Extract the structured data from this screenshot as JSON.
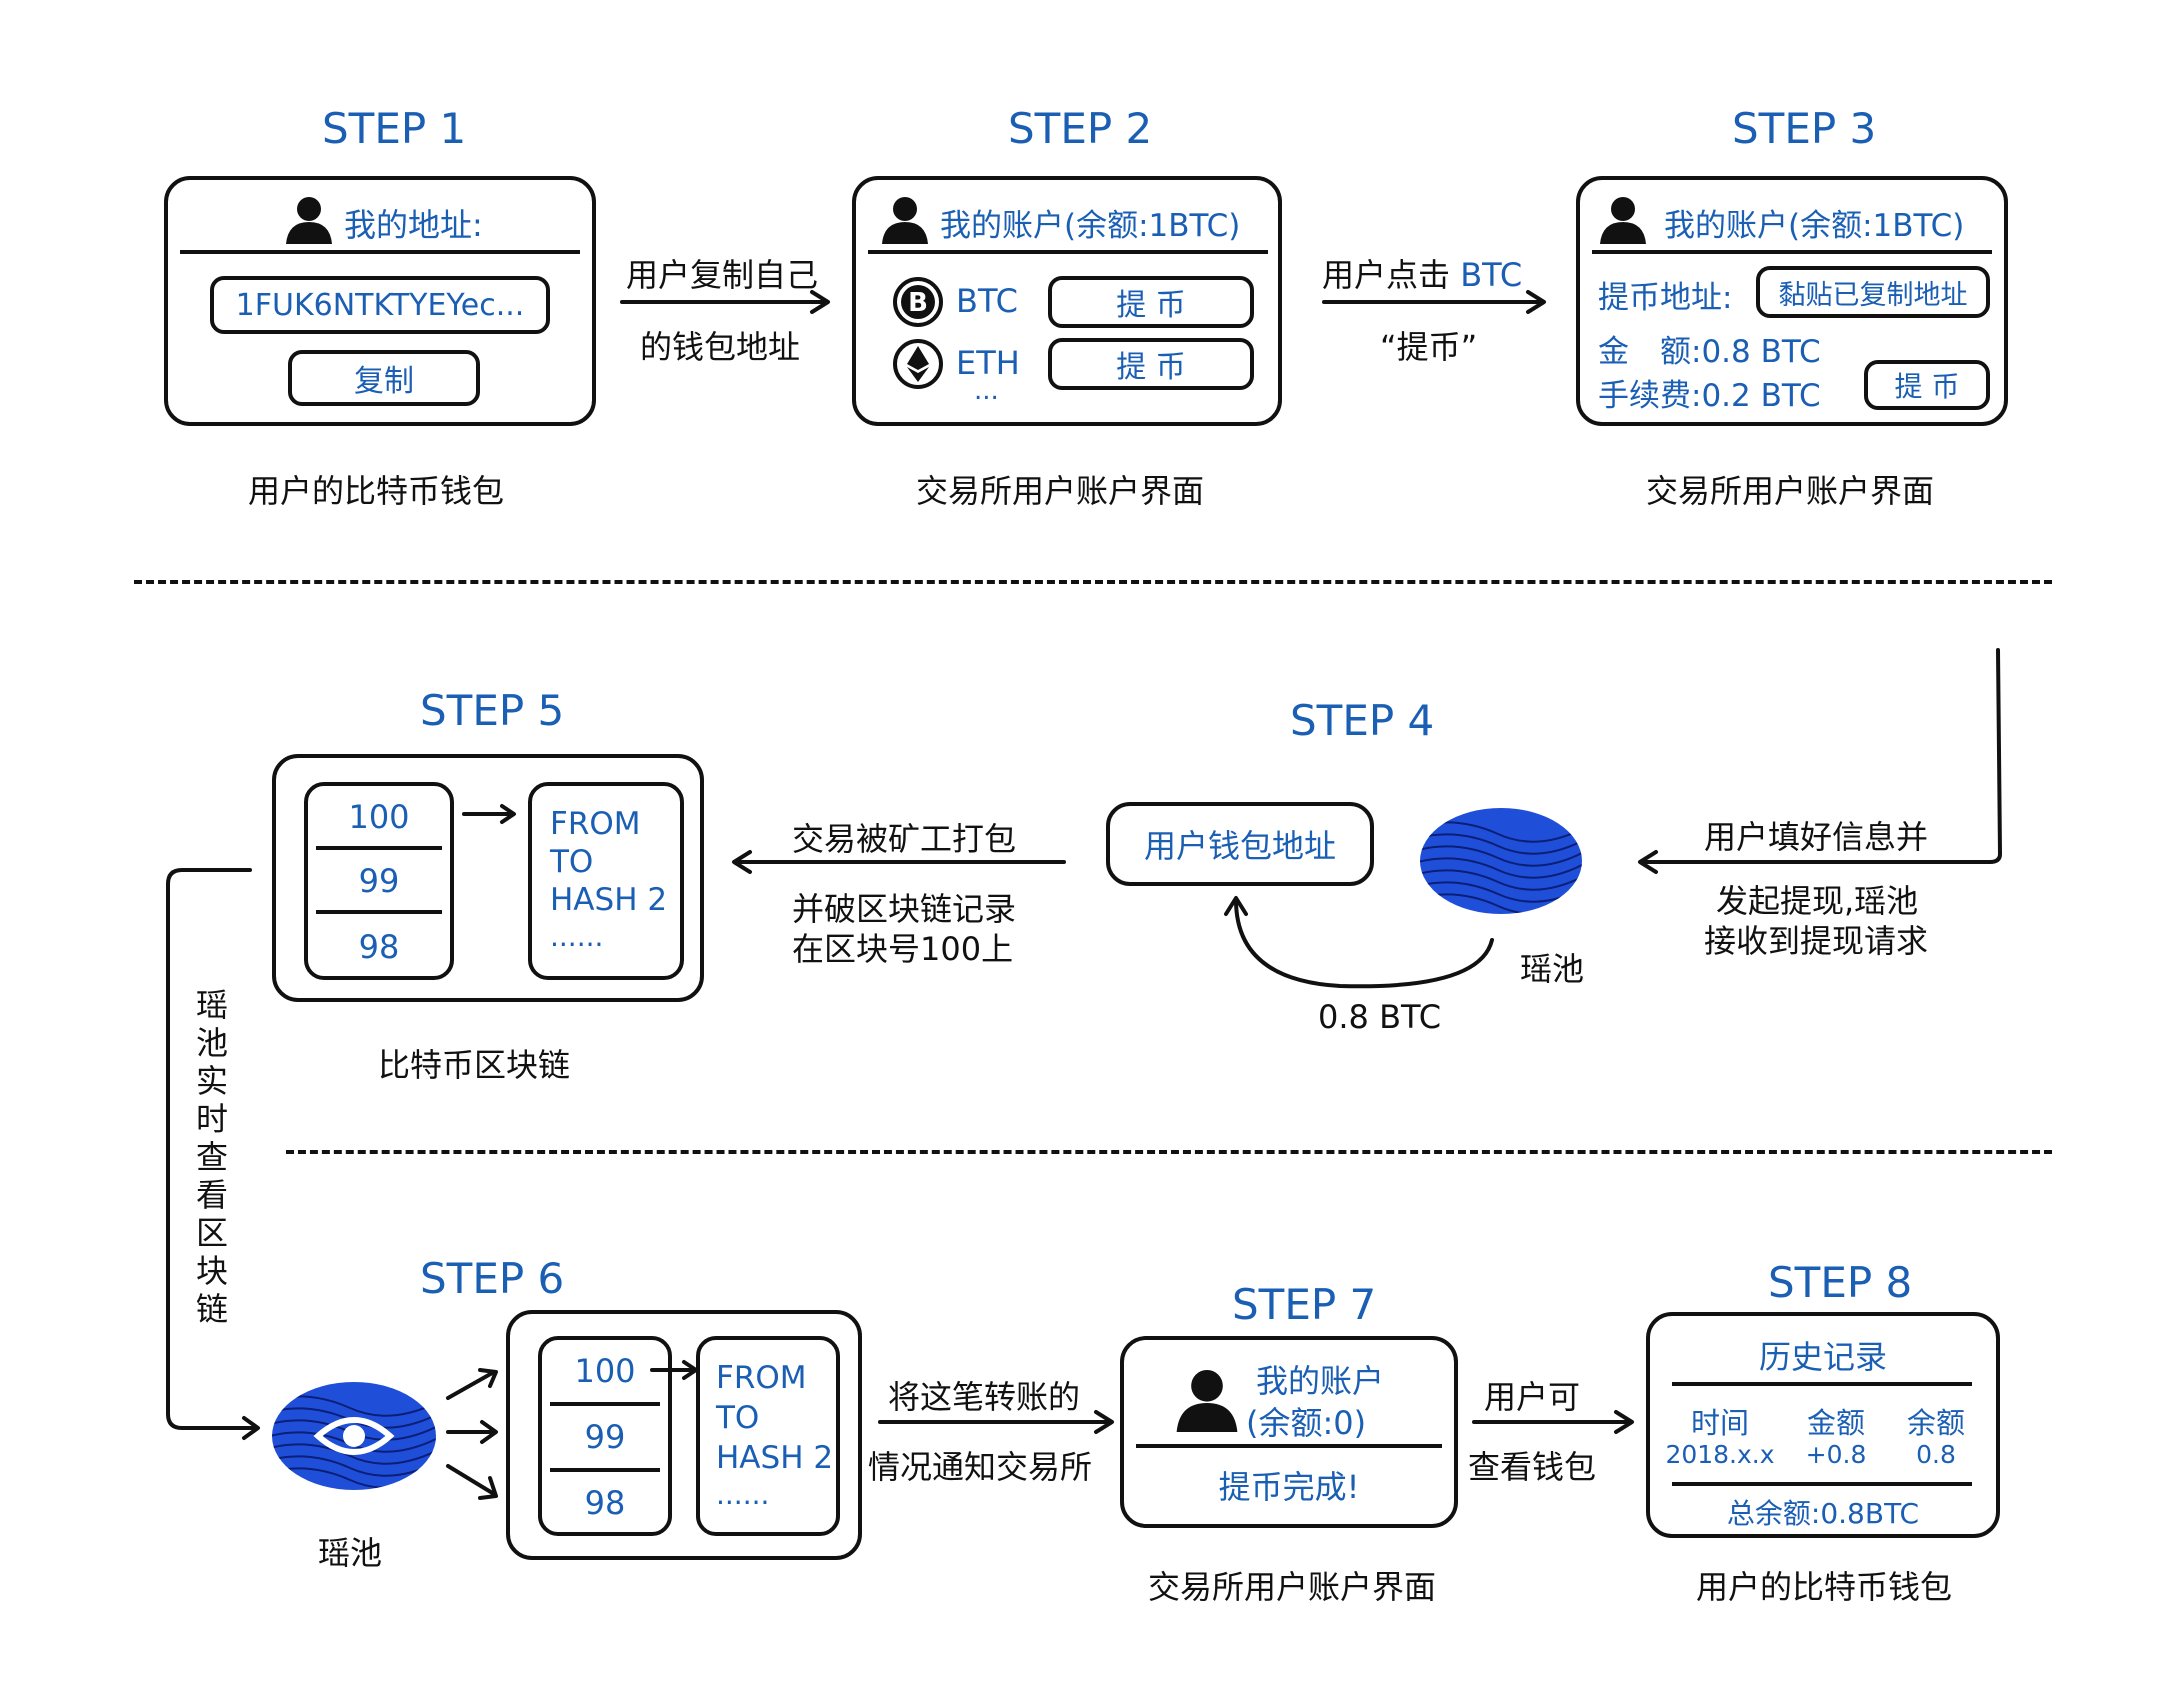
{
  "steps": {
    "s1": "STEP 1",
    "s2": "STEP 2",
    "s3": "STEP 3",
    "s4": "STEP 4",
    "s5": "STEP 5",
    "s6": "STEP 6",
    "s7": "STEP 7",
    "s8": "STEP 8"
  },
  "step1": {
    "heading": "我的地址:",
    "address": "1FUK6NTKTYEYec...",
    "copy_button": "复制",
    "caption": "用户的比特币钱包"
  },
  "arrow1": {
    "line1": "用户复制自己",
    "line2": "的钱包地址"
  },
  "step2": {
    "heading": "我的账户(余额:1BTC)",
    "btc_label": "BTC",
    "eth_label": "ETH",
    "more": "...",
    "withdraw_btc": "提 币",
    "withdraw_eth": "提 币",
    "caption": "交易所用户账户界面"
  },
  "arrow2": {
    "line1_prefix": "用户点击 ",
    "line1_btc": "BTC",
    "line2": "“提币”"
  },
  "step3": {
    "heading": "我的账户(余额:1BTC)",
    "address_label": "提币地址:",
    "paste_button": "黏贴已复制地址",
    "amount_label": "金　额:0.8 BTC",
    "fee_label": "手续费:0.2 BTC",
    "withdraw_button": "提 币",
    "caption": "交易所用户账户界面"
  },
  "arrow3": {
    "line1": "用户填好信息并",
    "line2": "发起提现,瑶池",
    "line3": "接收到提现请求"
  },
  "step4": {
    "wallet_box": "用户钱包地址",
    "pool_label": "瑶池",
    "amount": "0.8 BTC"
  },
  "arrow4": {
    "line1": "交易被矿工打包",
    "line2": "并破区块链记录",
    "line3": "在区块号100上"
  },
  "step5": {
    "blocks": [
      "100",
      "99",
      "98"
    ],
    "tx": [
      "FROM",
      "TO",
      "HASH 2",
      "......"
    ],
    "caption": "比特币区块链"
  },
  "vertical_label": [
    "瑶",
    "池",
    "实",
    "时",
    "查",
    "看",
    "区",
    "块",
    "链"
  ],
  "step6": {
    "pool_label": "瑶池",
    "blocks": [
      "100",
      "99",
      "98"
    ],
    "tx": [
      "FROM",
      "TO",
      "HASH 2",
      "......"
    ]
  },
  "arrow6": {
    "line1": "将这笔转账的",
    "line2": "情况通知交易所"
  },
  "step7": {
    "heading1": "我的账户",
    "heading2": "(余额:0)",
    "status": "提币完成!",
    "caption": "交易所用户账户界面"
  },
  "arrow7": {
    "line1": "用户可",
    "line2": "查看钱包"
  },
  "step8": {
    "title": "历史记录",
    "headers": [
      "时间",
      "金额",
      "余额"
    ],
    "row": [
      "2018.x.x",
      "+0.8",
      "0.8"
    ],
    "total": "总余额:0.8BTC",
    "caption": "用户的比特币钱包"
  },
  "icons": {
    "user": "user-silhouette-icon",
    "btc": "bitcoin-icon",
    "eth": "ethereum-icon",
    "pool": "wave-disc-icon",
    "eye": "eye-icon"
  },
  "colors": {
    "accent": "#1a5fb4",
    "ink": "#111111"
  }
}
